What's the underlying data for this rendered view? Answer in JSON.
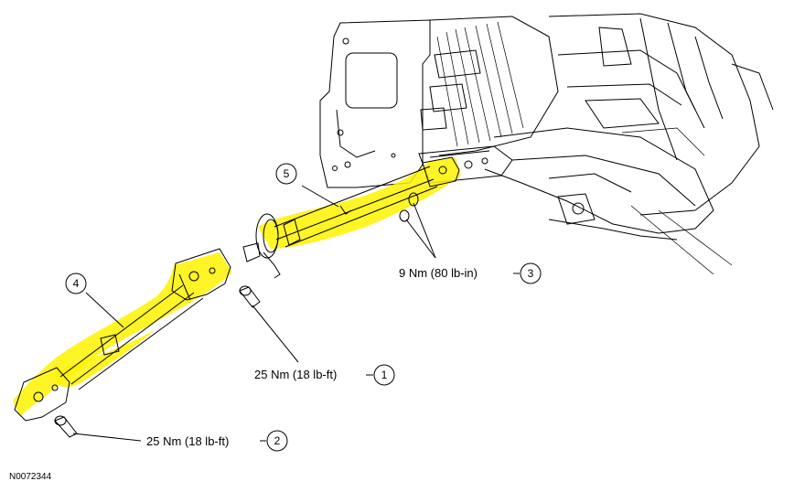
{
  "figure_id": "N0072344",
  "callouts": [
    {
      "number": "1",
      "torque": "25 Nm (18 lb-ft)"
    },
    {
      "number": "2",
      "torque": "25 Nm (18 lb-ft)"
    },
    {
      "number": "3",
      "torque": "9 Nm (80 lb-in)"
    },
    {
      "number": "4",
      "torque": ""
    },
    {
      "number": "5",
      "torque": ""
    }
  ],
  "colors": {
    "highlight": "#fff200",
    "line": "#000000"
  }
}
